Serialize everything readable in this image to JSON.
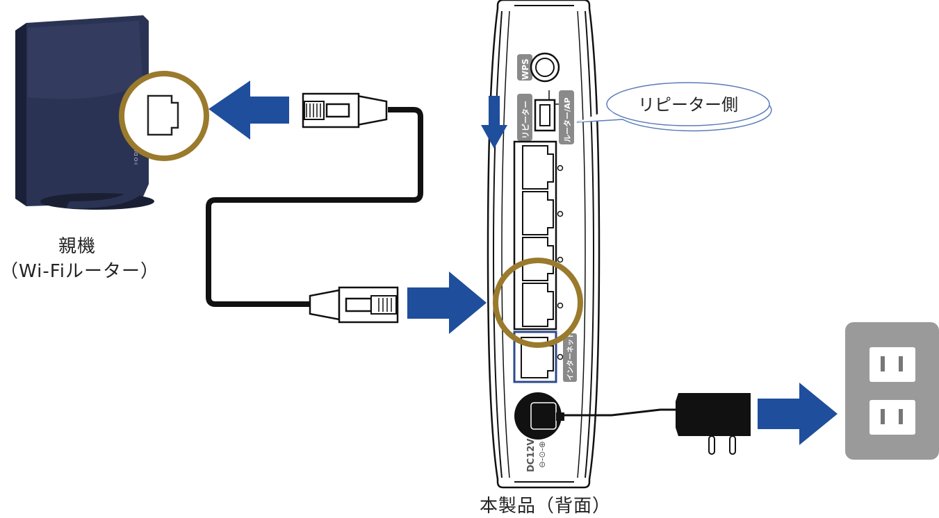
{
  "labels": {
    "parent_device": "親機",
    "parent_device_sub": "（Wi-Fiルーター）",
    "product": "本製品（背面）",
    "callout": "リピーター側"
  },
  "router_panel": {
    "wps": "WPS",
    "mode_left": "リピーター",
    "mode_right": "ルーター/AP",
    "internet": "インターネット",
    "power": "DC12V"
  },
  "colors": {
    "arrow": "#1f4e9c",
    "ring": "#9a7a2c",
    "parent_router": "#2b3354",
    "outlet": "#9a9a9a",
    "cable": "#111111",
    "internet_port": "#2c4a8c"
  }
}
